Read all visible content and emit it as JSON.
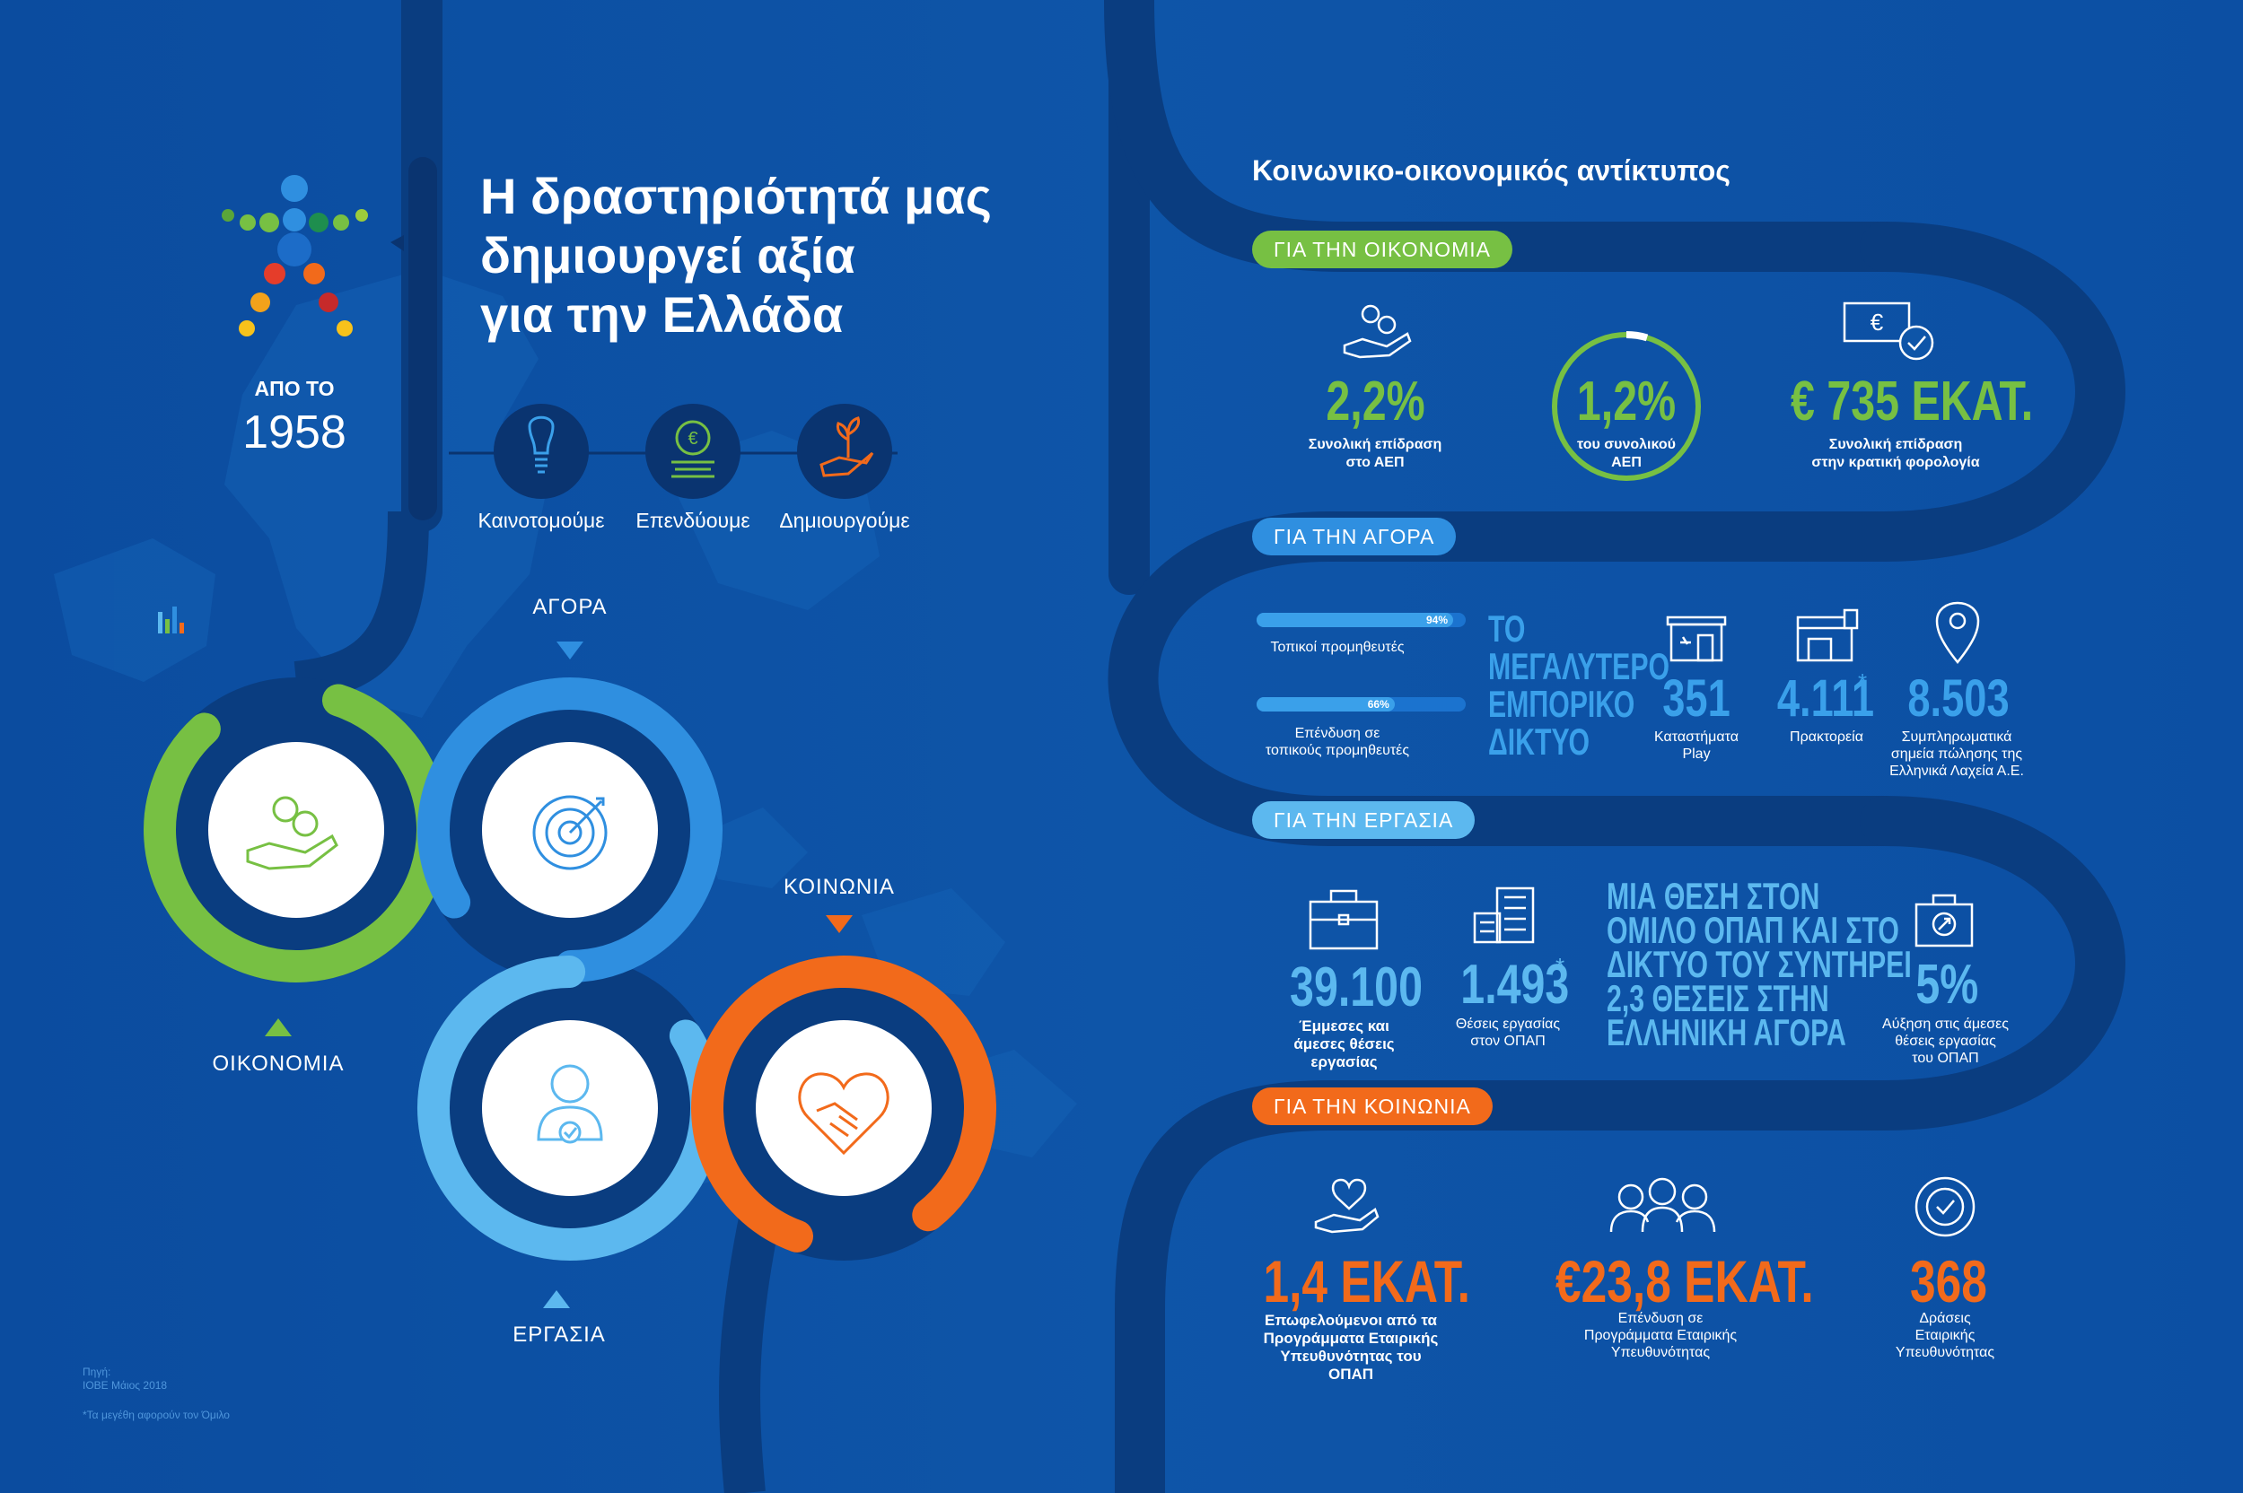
{
  "hero": {
    "title_lines": [
      "Η δραστηριότητά μας",
      "δημιουργεί αξία",
      "για την Ελλάδα"
    ],
    "since_label": "ΑΠΟ ΤΟ",
    "since_year": "1958"
  },
  "activities": [
    {
      "label": "Καινοτομούμε",
      "icon": "lightbulb-icon"
    },
    {
      "label": "Επενδύουμε",
      "icon": "coins-icon"
    },
    {
      "label": "Δημιουργούμε",
      "icon": "hand-plant-icon"
    }
  ],
  "rings": {
    "economy": {
      "label": "ΟΙΚΟΝΟΜΙΑ",
      "color": "#77c043",
      "icon": "hand-coins-icon"
    },
    "market": {
      "label": "ΑΓΟΡΑ",
      "color": "#2f8fe0",
      "icon": "target-icon"
    },
    "work": {
      "label": "ΕΡΓΑΣΙΑ",
      "color": "#5cb8ef",
      "icon": "person-check-icon"
    },
    "society": {
      "label": "ΚΟΙΝΩΝΙΑ",
      "color": "#f26a1b",
      "icon": "heart-handshake-icon"
    }
  },
  "sources": {
    "source_label": "Πηγή:",
    "source_value": "ΙΟΒΕ Μάιος 2018",
    "footnote": "*Τα μεγέθη αφορούν τον Όμιλο"
  },
  "impact_title": "Κοινωνικο-οικονομικός αντίκτυπος",
  "economy": {
    "pill": "ΓΙΑ ΤΗΝ ΟΙΚΟΝΟΜΙΑ",
    "pill_color": "#77c043",
    "stats": [
      {
        "value": "2,2%",
        "caption": [
          "Συνολική επίδραση",
          "στο ΑΕΠ"
        ]
      },
      {
        "value": "1,2%",
        "caption": [
          "του συνολικού",
          "ΑΕΠ"
        ],
        "ring_fraction": 0.012
      },
      {
        "value": "€ 735 ΕΚΑΤ.",
        "caption": [
          "Συνολική επίδραση",
          "στην κρατική φορολογία"
        ]
      }
    ]
  },
  "market": {
    "pill": "ΓΙΑ ΤΗΝ ΑΓΟΡΑ",
    "pill_color": "#2f8fe0",
    "bars": [
      {
        "value": "94%",
        "fraction": 0.94,
        "caption": [
          "Τοπικοί προμηθευτές"
        ]
      },
      {
        "value": "66%",
        "fraction": 0.66,
        "caption": [
          "Επένδυση σε",
          "τοπικούς προμηθευτές"
        ]
      }
    ],
    "network_text": [
      "ΤΟ",
      "ΜΕΓΑΛΥΤΕΡΟ",
      "ΕΜΠΟΡΙΚΟ",
      "ΔΙΚΤΥΟ"
    ],
    "stats": [
      {
        "value": "351",
        "asterisk": "",
        "caption": [
          "Καταστήματα",
          "Play"
        ],
        "icon": "store-icon"
      },
      {
        "value": "4.111",
        "asterisk": "*",
        "caption": [
          "Πρακτορεία"
        ],
        "icon": "kiosk-icon"
      },
      {
        "value": "8.503",
        "asterisk": "",
        "caption": [
          "Συμπληρωματικά",
          "σημεία πώλησης της",
          "Ελληνικά Λαχεία Α.Ε."
        ],
        "icon": "location-pin-icon"
      }
    ]
  },
  "work": {
    "pill": "ΓΙΑ ΤΗΝ ΕΡΓΑΣΙΑ",
    "pill_color": "#5cb8ef",
    "stats": [
      {
        "value": "39.100",
        "asterisk": "",
        "caption": [
          "Έμμεσες και",
          "άμεσες θέσεις",
          "εργασίας"
        ],
        "bold": true
      },
      {
        "value": "1.493",
        "asterisk": "*",
        "caption": [
          "Θέσεις εργασίας",
          "στον ΟΠΑΠ"
        ],
        "bold": false
      },
      {
        "value": "5%",
        "asterisk": "",
        "caption": [
          "Αύξηση στις άμεσες",
          "θέσεις εργασίας",
          "του ΟΠΑΠ"
        ],
        "bold": false
      }
    ],
    "statement": [
      "ΜΙΑ ΘΕΣΗ ΣΤΟΝ",
      "ΟΜΙΛΟ ΟΠΑΠ ΚΑΙ ΣΤΟ",
      "ΔΙΚΤΥΟ ΤΟΥ ΣΥΝΤΗΡΕΙ",
      "2,3 ΘΕΣΕΙΣ ΣΤΗΝ",
      "ΕΛΛΗΝΙΚΗ ΑΓΟΡΑ"
    ]
  },
  "society": {
    "pill": "ΓΙΑ ΤΗΝ ΚΟΙΝΩΝΙΑ",
    "pill_color": "#f26a1b",
    "stats": [
      {
        "value": "1,4 ΕΚΑΤ.",
        "caption": [
          "Επωφελούμενοι από τα",
          "Προγράμματα Εταιρικής",
          "Υπευθυνότητας του",
          "ΟΠΑΠ"
        ],
        "bold": true
      },
      {
        "value": "€23,8 ΕΚΑΤ.",
        "caption": [
          "Επένδυση σε",
          "Προγράμματα Εταιρικής",
          "Υπευθυνότητας"
        ],
        "bold": false
      },
      {
        "value": "368",
        "caption": [
          "Δράσεις",
          "Εταιρικής",
          "Υπευθυνότητας"
        ],
        "bold": false
      }
    ]
  },
  "colors": {
    "background": "#0e55a8",
    "road": "#0a3d80",
    "green": "#77c043",
    "orange": "#f26a1b",
    "light_blue": "#5cb8ef",
    "accent_blue": "#3aa0ea"
  }
}
